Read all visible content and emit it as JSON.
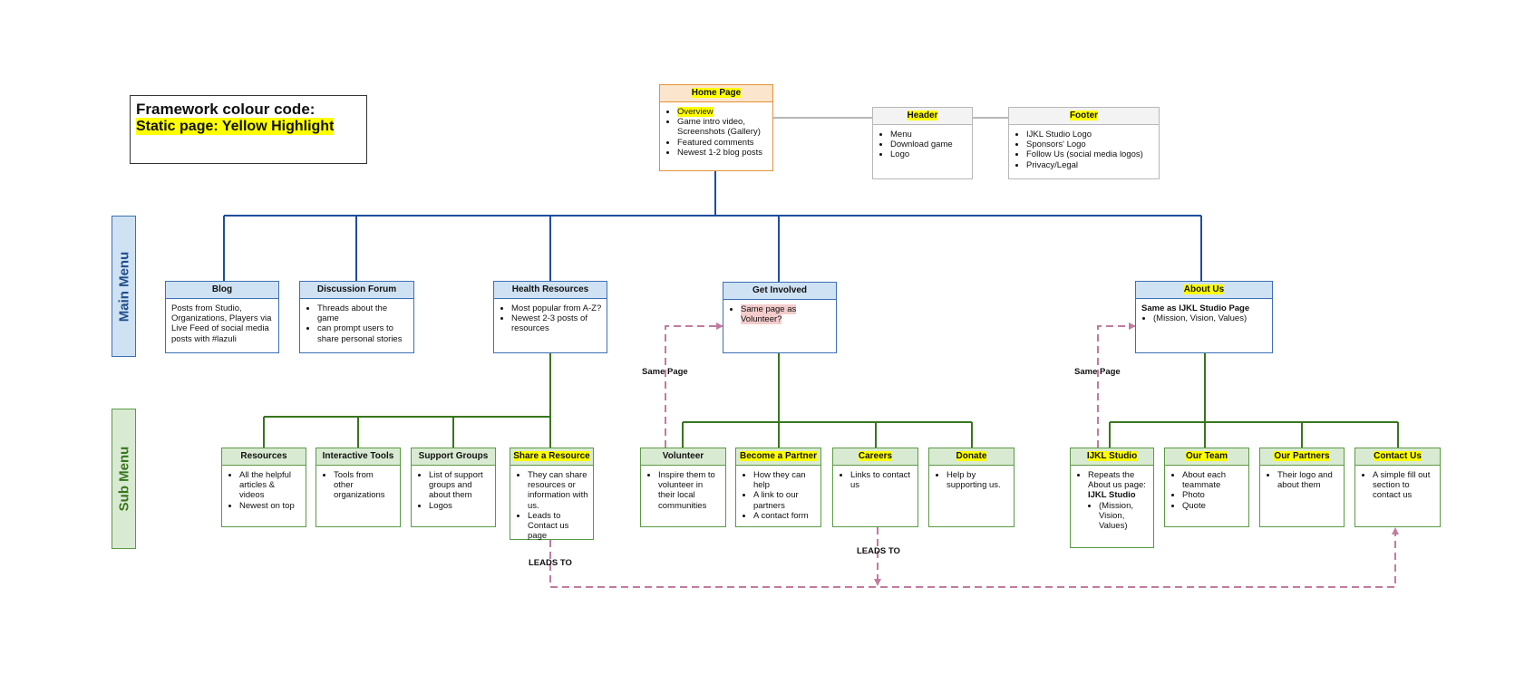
{
  "legend": {
    "title": "Framework colour code:",
    "static_note": "Static page: Yellow Highlight"
  },
  "side_labels": {
    "main": "Main Menu",
    "sub": "Sub Menu"
  },
  "connector_labels": {
    "same_page_left": "Same Page",
    "same_page_right": "Same Page",
    "leads_to_left": "LEADS TO",
    "leads_to_mid": "LEADS TO"
  },
  "colors": {
    "home_border": "#e69138",
    "main_menu_line": "#1f4e9c",
    "sub_menu_line": "#38761d",
    "dashed_link": "#c27ba0",
    "highlight": "#ffff00"
  },
  "home": {
    "title": "Home Page",
    "items": [
      "Overview",
      "Game intro video, Screenshots (Gallery)",
      "Featured comments",
      "Newest 1-2 blog posts"
    ]
  },
  "header": {
    "title": "Header",
    "items": [
      "Menu",
      "Download game",
      "Logo"
    ]
  },
  "footer": {
    "title": "Footer",
    "items": [
      "IJKL Studio Logo",
      "Sponsors' Logo",
      "Follow Us (social media logos)",
      "Privacy/Legal"
    ]
  },
  "main": {
    "blog": {
      "title": "Blog",
      "text": "Posts from Studio, Organizations, Players via Live Feed of social media posts with #lazuli"
    },
    "forum": {
      "title": "Discussion Forum",
      "items": [
        "Threads about the game",
        "can prompt users to share personal stories"
      ]
    },
    "health": {
      "title": "Health Resources",
      "items": [
        "Most popular from A-Z?",
        "Newest 2-3 posts of resources"
      ]
    },
    "involved": {
      "title": "Get Involved",
      "items": [
        "Same page as Volunteer?"
      ]
    },
    "about": {
      "title": "About Us",
      "text": "Same as IJKL Studio Page",
      "items": [
        "(Mission, Vision, Values)"
      ]
    }
  },
  "sub": {
    "resources": {
      "title": "Resources",
      "items": [
        "All the helpful articles & videos",
        "Newest on top"
      ]
    },
    "tools": {
      "title": "Interactive Tools",
      "items": [
        "Tools from other organizations"
      ]
    },
    "support": {
      "title": "Support Groups",
      "items": [
        "List of support groups and about them",
        "Logos"
      ]
    },
    "share": {
      "title": "Share a Resource",
      "items": [
        "They can share resources or information with us.",
        "Leads to Contact us page"
      ]
    },
    "volunteer": {
      "title": "Volunteer",
      "items": [
        "Inspire them to volunteer in their local communities"
      ]
    },
    "partner": {
      "title": "Become a Partner",
      "items": [
        "How they can help",
        "A link to our partners",
        "A contact form"
      ]
    },
    "careers": {
      "title": "Careers",
      "items": [
        "Links to contact us"
      ]
    },
    "donate": {
      "title": "Donate",
      "items": [
        "Help by supporting us."
      ]
    },
    "ijkl": {
      "title": "IJKL Studio",
      "items": [
        "Repeats the About us page:",
        "(Mission, Vision, Values)"
      ],
      "bold": "IJKL Studio"
    },
    "team": {
      "title": "Our Team",
      "items": [
        "About each teammate",
        "Photo",
        "Quote"
      ]
    },
    "partners": {
      "title": "Our Partners",
      "items": [
        "Their logo and about them"
      ]
    },
    "contact": {
      "title": "Contact Us",
      "items": [
        "A simple fill out section to contact us"
      ]
    }
  }
}
